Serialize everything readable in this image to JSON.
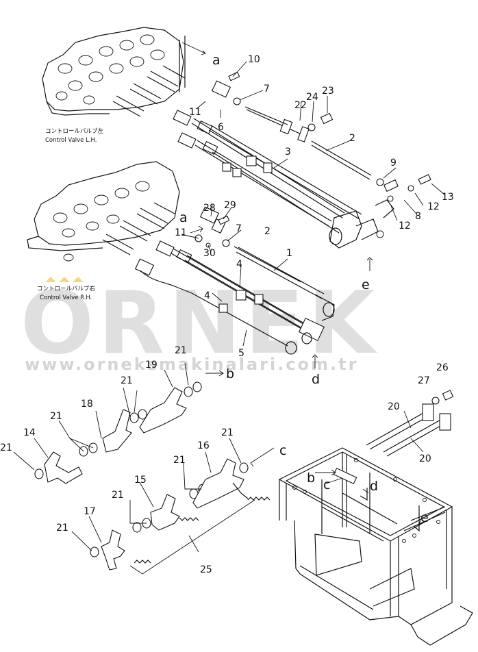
{
  "captions": {
    "lh_jp": "コントロールバルブ左",
    "lh_en": "Control Valve L.H.",
    "rh_jp": "コントロールバルブ右",
    "rh_en": "Control Valve R.H."
  },
  "watermark": {
    "brand": "ORNEK",
    "url": "www.orneksmakinalari.com.tr"
  },
  "callouts": {
    "a": "a",
    "b": "b",
    "c": "c",
    "d": "d",
    "e": "e",
    "n1": "1",
    "n2": "2",
    "n3": "3",
    "n4": "4",
    "n5": "5",
    "n6": "6",
    "n7": "7",
    "n8": "8",
    "n9": "9",
    "n10": "10",
    "n11": "11",
    "n12": "12",
    "n13": "13",
    "n14": "14",
    "n15": "15",
    "n16": "16",
    "n17": "17",
    "n18": "18",
    "n19": "19",
    "n20": "20",
    "n21": "21",
    "n22": "22",
    "n23": "23",
    "n24": "24",
    "n25": "25",
    "n26": "26",
    "n27": "27",
    "n28": "28",
    "n29": "29",
    "n30": "30"
  },
  "colors": {
    "line": "#111111",
    "watermark": "#c6c6c6",
    "accent": "#f2d27a"
  }
}
